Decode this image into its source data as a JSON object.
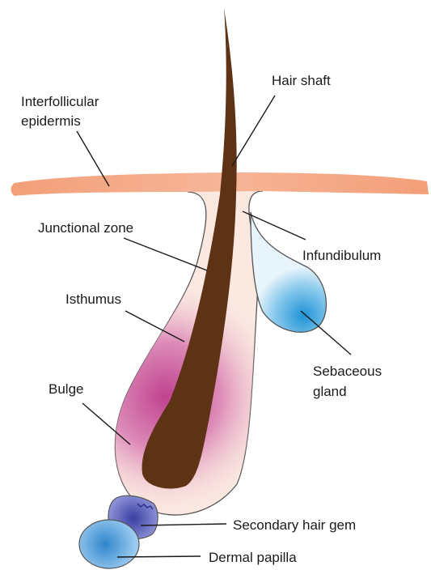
{
  "diagram": {
    "labels": {
      "hair_shaft": "Hair shaft",
      "interfollicular_epidermis": [
        "Interfollicular",
        "epidermis"
      ],
      "junctional_zone": "Junctional zone",
      "infundibulum": "Infundibulum",
      "isthmus": "Isthumus",
      "sebaceous_gland": [
        "Sebaceous",
        "gland"
      ],
      "bulge": "Bulge",
      "secondary_hair_gem": "Secondary hair gem",
      "dermal_papilla": "Dermal papilla"
    },
    "colors": {
      "epidermis": "#f2a57e",
      "follicle_fill": "#fbe9e1",
      "bulge_glow": "#c0428f",
      "hair_shaft": "#5e3214",
      "sebaceous_gland": "#3aa3dc",
      "hair_germ": "#3f44a6",
      "dermal_papilla": "#3b8fd0",
      "outline": "#555555"
    }
  }
}
